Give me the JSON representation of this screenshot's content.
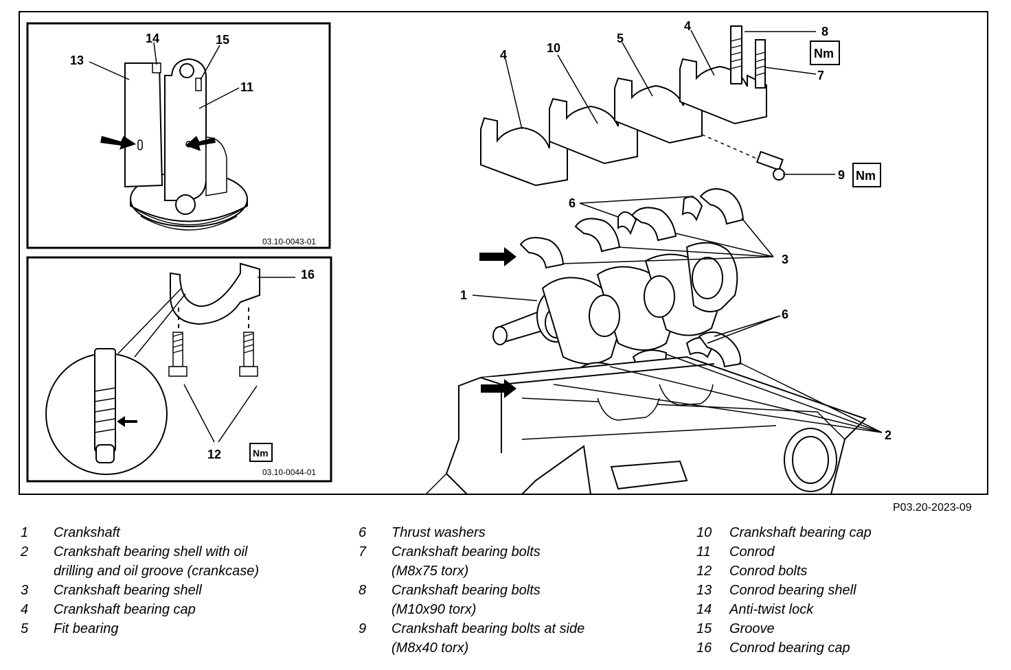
{
  "figure_code": "P03.20-2023-09",
  "inset_top_code": "03.10-0043-01",
  "inset_bottom_code": "03.10-0044-01",
  "torque_symbol": "Nm",
  "callouts": {
    "c1": "1",
    "c2": "2",
    "c3": "3",
    "c4a": "4",
    "c4b": "4",
    "c5": "5",
    "c6a": "6",
    "c6b": "6",
    "c7": "7",
    "c8": "8",
    "c9": "9",
    "c10": "10",
    "c11": "11",
    "c12": "12",
    "c13": "13",
    "c14": "14",
    "c15": "15",
    "c16": "16"
  },
  "legend": {
    "col1": [
      {
        "num": "1",
        "lines": [
          "Crankshaft"
        ]
      },
      {
        "num": "2",
        "lines": [
          "Crankshaft bearing shell with oil",
          "drilling and oil groove (crankcase)"
        ]
      },
      {
        "num": "3",
        "lines": [
          "Crankshaft bearing shell"
        ]
      },
      {
        "num": "4",
        "lines": [
          "Crankshaft bearing cap"
        ]
      },
      {
        "num": "5",
        "lines": [
          "Fit bearing"
        ]
      }
    ],
    "col2": [
      {
        "num": "6",
        "lines": [
          "Thrust washers"
        ]
      },
      {
        "num": "7",
        "lines": [
          "Crankshaft bearing bolts",
          "(M8x75 torx)"
        ]
      },
      {
        "num": "8",
        "lines": [
          "Crankshaft bearing bolts",
          "(M10x90 torx)"
        ]
      },
      {
        "num": "9",
        "lines": [
          "Crankshaft bearing bolts at side",
          "(M8x40 torx)"
        ]
      }
    ],
    "col3": [
      {
        "num": "10",
        "lines": [
          "Crankshaft bearing cap"
        ]
      },
      {
        "num": "11",
        "lines": [
          "Conrod"
        ]
      },
      {
        "num": "12",
        "lines": [
          "Conrod bolts"
        ]
      },
      {
        "num": "13",
        "lines": [
          "Conrod bearing shell"
        ]
      },
      {
        "num": "14",
        "lines": [
          "Anti-twist lock"
        ]
      },
      {
        "num": "15",
        "lines": [
          "Groove"
        ]
      },
      {
        "num": "16",
        "lines": [
          "Conrod bearing cap"
        ]
      }
    ]
  }
}
